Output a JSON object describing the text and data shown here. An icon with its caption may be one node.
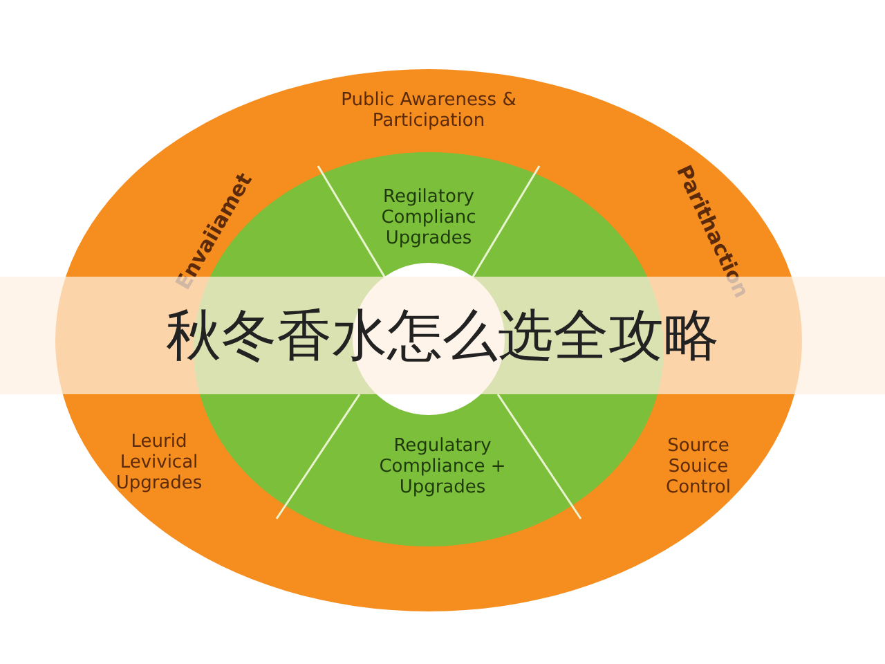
{
  "diagram": {
    "title": "秋冬香水怎么选全攻略",
    "nodes": [
      {
        "text": [
          "Public Awareness & Participation",
          "Envaiiamet",
          "Parithaction",
          "Leurid Levivical Upgrades",
          "Source Souice Control"
        ]
      },
      {
        "text": [
          "Regilatory Complianc Upgrades",
          "Regulatary Compliance + Upgrades"
        ],
        "in": 0
      },
      {
        "text": [],
        "shape": "circle",
        "in": 1
      }
    ]
  }
}
